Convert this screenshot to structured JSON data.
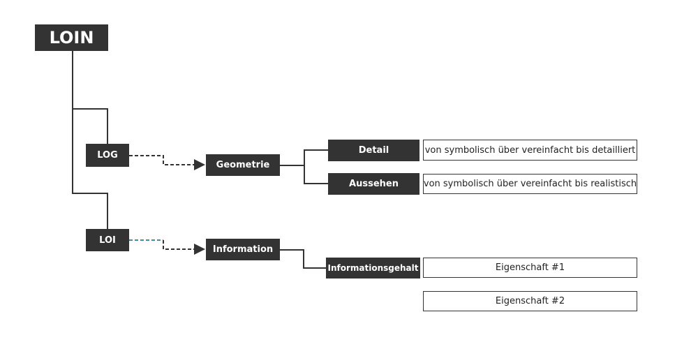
{
  "nodes": {
    "root": "LOIN",
    "log": "LOG",
    "loi": "LOI",
    "geometrie": "Geometrie",
    "information": "Information",
    "detail": "Detail",
    "aussehen": "Aussehen",
    "informationsgehalt": "Informationsgehalt"
  },
  "descriptions": {
    "detail": "von symbolisch über vereinfacht bis detailliert",
    "aussehen": "von symbolisch über vereinfacht bis realistisch",
    "eigenschaft1": "Eigenschaft #1",
    "eigenschaft2": "Eigenschaft #2"
  },
  "colors": {
    "node_fill": "#333333",
    "line": "#333333",
    "loi_dash_accent": "#3a8fa0"
  }
}
